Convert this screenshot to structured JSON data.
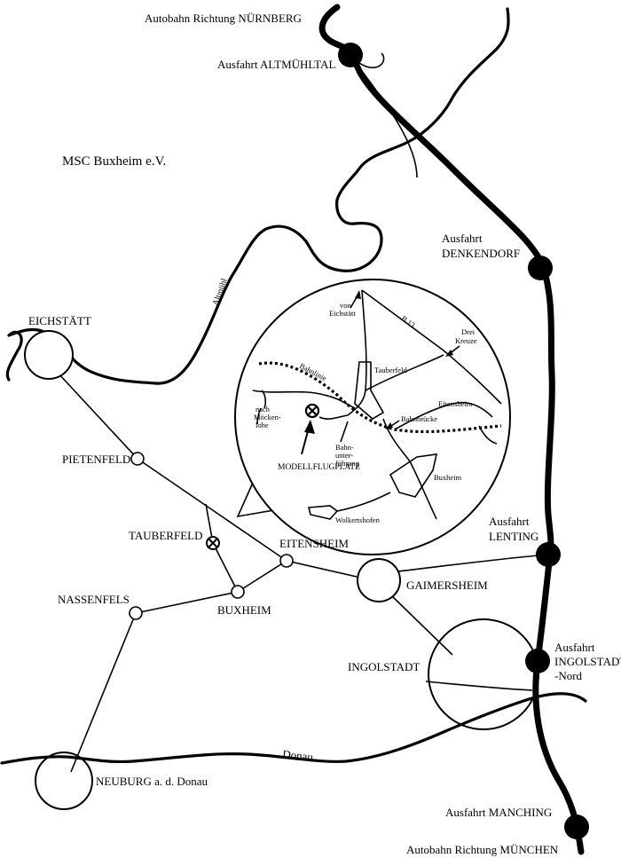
{
  "title": "MSC Buxheim e.V.",
  "autobahn": {
    "north": "Autobahn Richtung NÜRNBERG",
    "south": "Autobahn Richtung MÜNCHEN",
    "exits": [
      {
        "line1": "Ausfahrt ALTMÜHLTAL",
        "line2": ""
      },
      {
        "line1": "Ausfahrt",
        "line2": "DENKENDORF"
      },
      {
        "line1": "Ausfahrt",
        "line2": "LENTING"
      },
      {
        "line1": "Ausfahrt",
        "line2": "INGOLSTADT",
        "line3": "-Nord"
      },
      {
        "line1": "Ausfahrt MANCHING",
        "line2": ""
      }
    ]
  },
  "rivers": {
    "altmuehl": "Altmühl",
    "donau": "Donau"
  },
  "towns": {
    "eichstaett": "EICHSTÄTT",
    "pietenfeld": "PIETENFELD",
    "tauberfeld": "TAUBERFELD",
    "eitensheim": "EITENSHEIM",
    "buxheim": "BUXHEIM",
    "nassenfels": "NASSENFELS",
    "gaimersheim": "GAIMERSHEIM",
    "ingolstadt": "INGOLSTADT",
    "neuburg": "NEUBURG a. d. Donau"
  },
  "inset": {
    "von_eichstaett_1": "von",
    "von_eichstaett_2": "Eichstätt",
    "b13": "B 13",
    "drei_kreuze_1": "Drei",
    "drei_kreuze_2": "Kreuze",
    "bahnlinie": "Bahnlinie",
    "tauberfeld": "Tauberfeld",
    "eitensheim": "Eitensheim",
    "nach_1": "nach",
    "nach_2": "Möcken-",
    "nach_3": "lohe",
    "bahnbruecke": "Bahnbrücke",
    "bahn_1": "Bahn-",
    "bahn_2": "unter-",
    "bahn_3": "führung",
    "modellflugplatz": "MODELLFLUGPLATZ",
    "buxheim": "Buxheim",
    "wolkertshofen": "Wolkertshofen"
  }
}
